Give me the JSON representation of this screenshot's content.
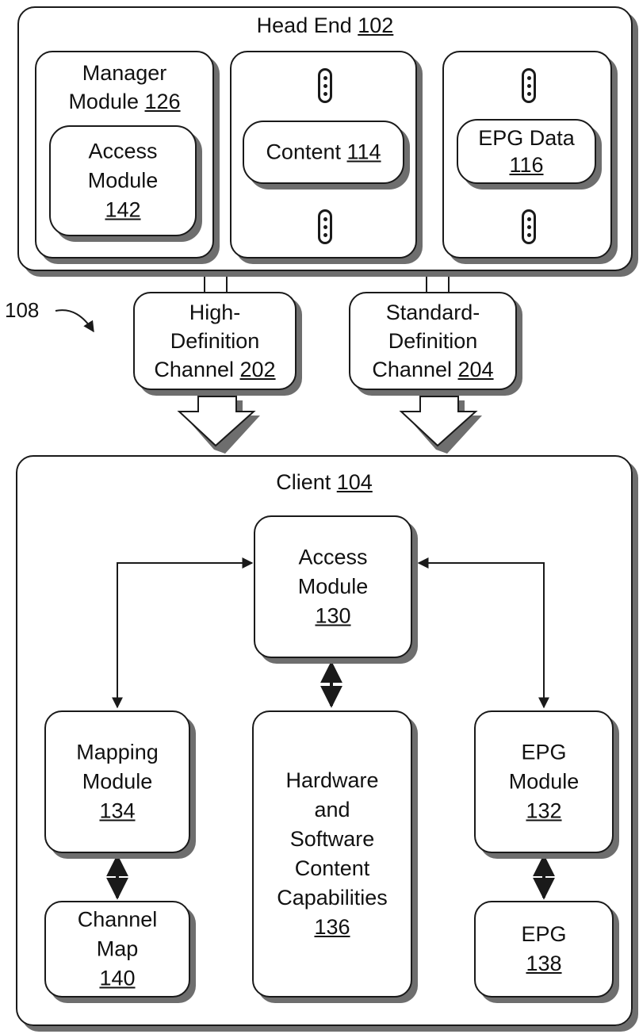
{
  "head_end": {
    "title": "Head End ",
    "ref": "102"
  },
  "manager": {
    "title": "Manager",
    "sub": "Module ",
    "ref": "126"
  },
  "access_head": {
    "l1": "Access",
    "l2": "Module",
    "ref": "142"
  },
  "content": {
    "label": "Content ",
    "ref": "114"
  },
  "epg_data": {
    "label": "EPG Data",
    "ref": "116"
  },
  "ref_108": "108",
  "hd_channel": {
    "l1": "High-",
    "l2": "Definition",
    "l3": "Channel ",
    "ref": "202"
  },
  "sd_channel": {
    "l1": "Standard-",
    "l2": "Definition",
    "l3": "Channel ",
    "ref": "204"
  },
  "client": {
    "title": "Client ",
    "ref": "104"
  },
  "access_client": {
    "l1": "Access",
    "l2": "Module",
    "ref": "130"
  },
  "mapping": {
    "l1": "Mapping",
    "l2": "Module",
    "ref": "134"
  },
  "hw_sw": {
    "l1": "Hardware",
    "l2": "and",
    "l3": "Software",
    "l4": "Content",
    "l5": "Capabilities",
    "ref": "136"
  },
  "epg_module": {
    "l1": "EPG",
    "l2": "Module",
    "ref": "132"
  },
  "channel_map": {
    "l1": "Channel",
    "l2": "Map",
    "ref": "140"
  },
  "epg": {
    "l1": "EPG",
    "ref": "138"
  }
}
